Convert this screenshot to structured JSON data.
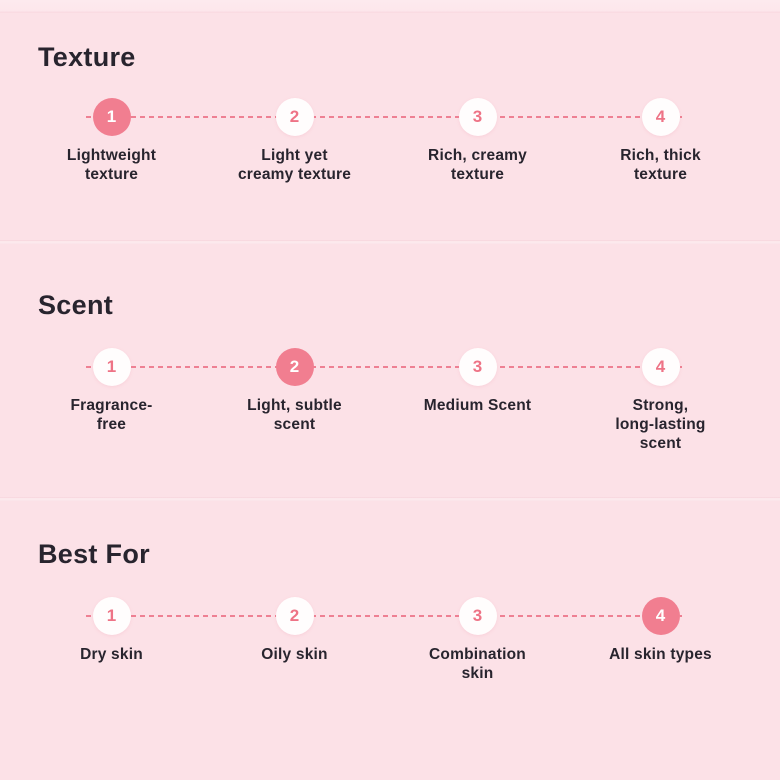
{
  "colors": {
    "background": "#fce1e7",
    "accent_pink": "#f17e90",
    "number_pink": "#ee7386",
    "dash_pink": "#ee8093",
    "text_dark": "#28242e",
    "circle_white": "#fffdfd"
  },
  "sections": [
    {
      "title": "Texture",
      "active_step": 1,
      "steps": [
        {
          "number": "1",
          "label": "Lightweight\ntexture"
        },
        {
          "number": "2",
          "label": "Light yet\ncreamy texture"
        },
        {
          "number": "3",
          "label": "Rich, creamy\ntexture"
        },
        {
          "number": "4",
          "label": "Rich, thick\ntexture"
        }
      ]
    },
    {
      "title": "Scent",
      "active_step": 2,
      "steps": [
        {
          "number": "1",
          "label": "Fragrance-\nfree"
        },
        {
          "number": "2",
          "label": "Light, subtle\nscent"
        },
        {
          "number": "3",
          "label": "Medium Scent"
        },
        {
          "number": "4",
          "label": "Strong,\nlong-lasting\nscent"
        }
      ]
    },
    {
      "title": "Best For",
      "active_step": 4,
      "steps": [
        {
          "number": "1",
          "label": "Dry skin"
        },
        {
          "number": "2",
          "label": "Oily skin"
        },
        {
          "number": "3",
          "label": "Combination\nskin"
        },
        {
          "number": "4",
          "label": "All skin types"
        }
      ]
    }
  ]
}
